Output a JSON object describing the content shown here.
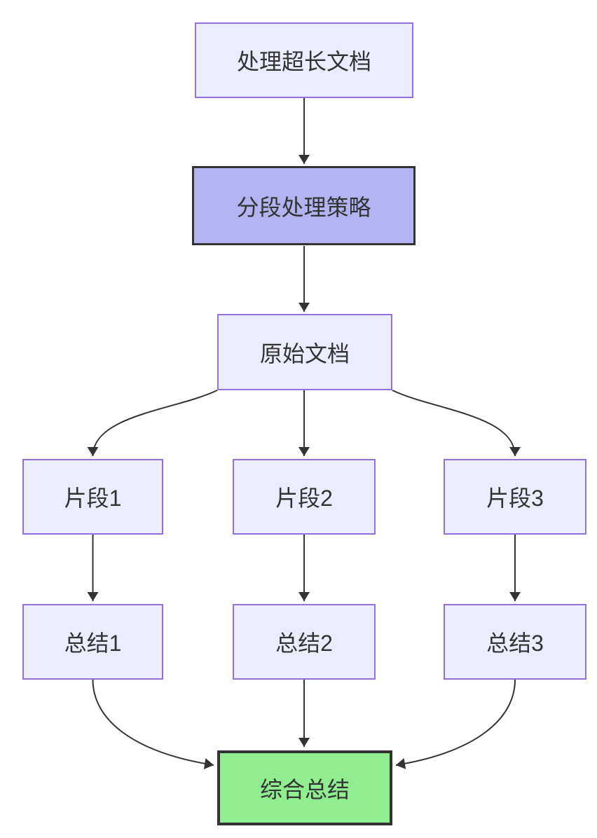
{
  "diagram": {
    "type": "flowchart",
    "direction": "top-down",
    "nodes": [
      {
        "id": "A",
        "label": "处理超长文档",
        "style": "default"
      },
      {
        "id": "B",
        "label": "分段处理策略",
        "style": "strategy"
      },
      {
        "id": "C",
        "label": "原始文档",
        "style": "default"
      },
      {
        "id": "D1",
        "label": "片段1",
        "style": "default"
      },
      {
        "id": "D2",
        "label": "片段2",
        "style": "default"
      },
      {
        "id": "D3",
        "label": "片段3",
        "style": "default"
      },
      {
        "id": "E1",
        "label": "总结1",
        "style": "default"
      },
      {
        "id": "E2",
        "label": "总结2",
        "style": "default"
      },
      {
        "id": "E3",
        "label": "总结3",
        "style": "default"
      },
      {
        "id": "F",
        "label": "综合总结",
        "style": "final"
      }
    ],
    "edges": [
      {
        "from": "A",
        "to": "B"
      },
      {
        "from": "B",
        "to": "C"
      },
      {
        "from": "C",
        "to": "D1"
      },
      {
        "from": "C",
        "to": "D2"
      },
      {
        "from": "C",
        "to": "D3"
      },
      {
        "from": "D1",
        "to": "E1"
      },
      {
        "from": "D2",
        "to": "E2"
      },
      {
        "from": "D3",
        "to": "E3"
      },
      {
        "from": "E1",
        "to": "F"
      },
      {
        "from": "E2",
        "to": "F"
      },
      {
        "from": "E3",
        "to": "F"
      }
    ],
    "colors": {
      "background": "#ffffff",
      "node_fill": "#ECECFF",
      "node_border": "#9370DB",
      "strategy_fill": "#b3b3f2",
      "final_fill": "#90EE90",
      "strong_border": "#333333",
      "edge": "#333333",
      "text": "#333333"
    }
  }
}
